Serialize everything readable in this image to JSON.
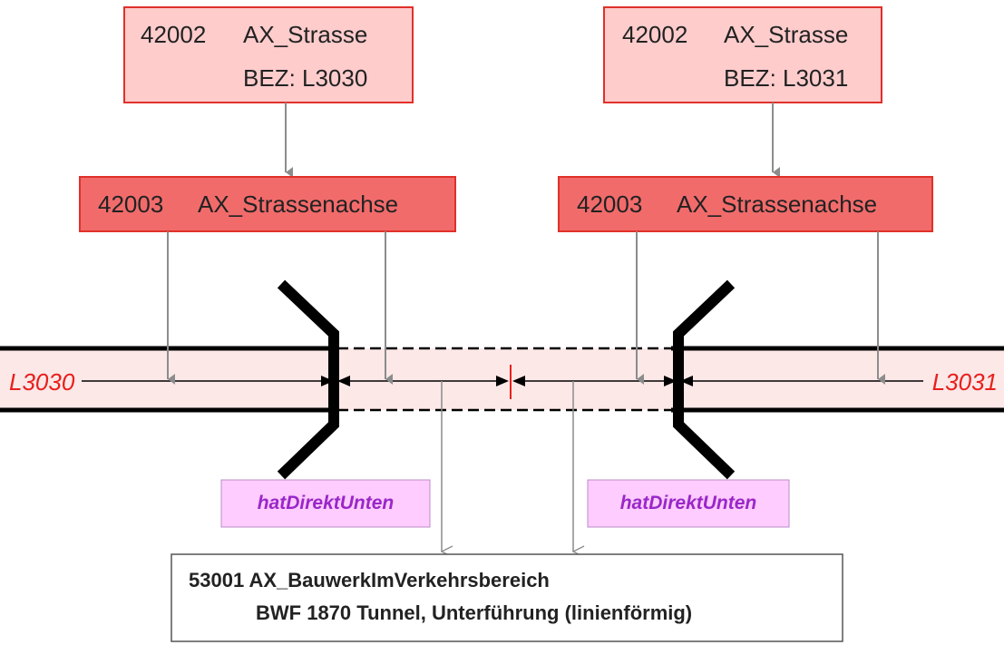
{
  "strasse_left": {
    "code": "42002",
    "class": "AX_Strasse",
    "bez": "BEZ: L3030"
  },
  "strasse_right": {
    "code": "42002",
    "class": "AX_Strasse",
    "bez": "BEZ: L3031"
  },
  "achse_left": {
    "code": "42003",
    "class": "AX_Strassenachse"
  },
  "achse_right": {
    "code": "42003",
    "class": "AX_Strassenachse"
  },
  "road_labels": {
    "left": "L3030",
    "right": "L3031"
  },
  "relation_left": "hatDirektUnten",
  "relation_right": "hatDirektUnten",
  "bauwerk": {
    "title": "53001 AX_BauwerkImVerkehrsbereich",
    "subtitle": "BWF 1870  Tunnel, Unterführung (linienförmig)"
  },
  "colors": {
    "strasse_fill": "#ffcccc",
    "strasse_stroke": "#e0302a",
    "achse_fill": "#f26b6b",
    "road_fill": "#fde8e8",
    "relation_fill": "#ffccff",
    "relation_text": "#9a27c9",
    "road_label": "#e8201c",
    "arrow_gray": "#8c8c8c"
  }
}
